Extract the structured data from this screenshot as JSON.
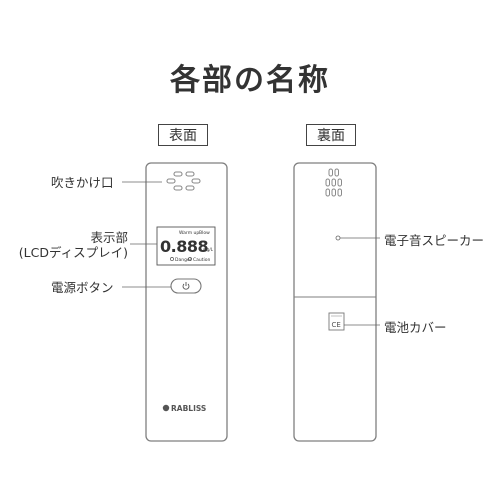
{
  "title": "各部の名称",
  "front": {
    "tag": "表面",
    "labels": {
      "mouthpiece": "吹きかけ口",
      "display_line1": "表示部",
      "display_line2": "(LCDディスプレイ)",
      "power_button": "電源ボタン"
    },
    "lcd": {
      "reading": "0.888",
      "unit": "mg/L",
      "warm_up": "Warm up",
      "blow": "Blow",
      "danger": "Danger",
      "caution": "Caution"
    },
    "brand": "RABLISS"
  },
  "back": {
    "tag": "裏面",
    "labels": {
      "speaker": "電子音スピーカー",
      "battery_cover": "電池カバー"
    },
    "ce_mark": "CE"
  },
  "colors": {
    "outline": "#7f7f7f",
    "text": "#333333",
    "lcd_text": "#333333"
  }
}
